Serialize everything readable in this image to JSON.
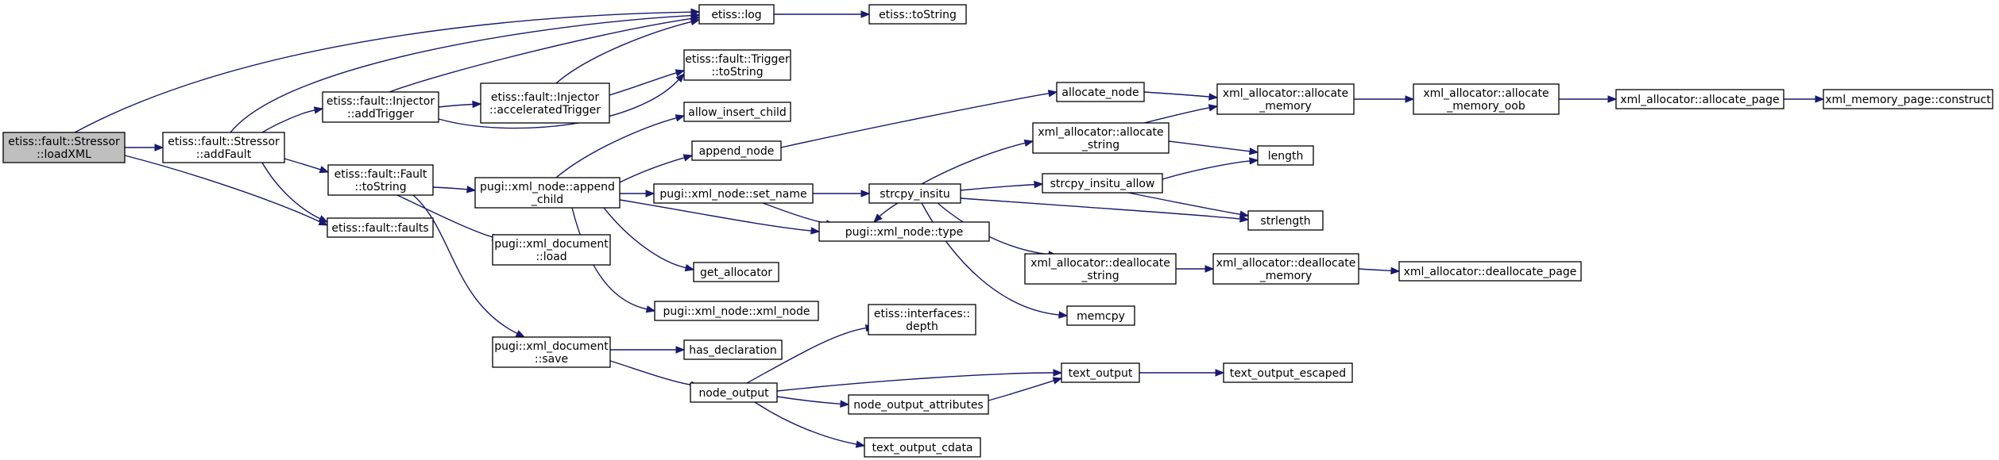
{
  "diagram": {
    "colors": {
      "edge": "#191970",
      "node_fill": "#ffffff",
      "root_fill": "#bfbfbf",
      "border": "#000000"
    },
    "nodes": [
      {
        "id": "n_loadxml",
        "lines": [
          "etiss::fault::Stressor",
          "::loadXML"
        ],
        "root": true
      },
      {
        "id": "n_addfault",
        "lines": [
          "etiss::fault::Stressor",
          "::addFault"
        ]
      },
      {
        "id": "n_log",
        "lines": [
          "etiss::log"
        ]
      },
      {
        "id": "n_tostring",
        "lines": [
          "etiss::toString"
        ]
      },
      {
        "id": "n_faults",
        "lines": [
          "etiss::fault::faults"
        ]
      },
      {
        "id": "n_addtrigger",
        "lines": [
          "etiss::fault::Injector",
          "::addTrigger"
        ]
      },
      {
        "id": "n_accel",
        "lines": [
          "etiss::fault::Injector",
          "::acceleratedTrigger"
        ]
      },
      {
        "id": "n_trig_tostring",
        "lines": [
          "etiss::fault::Trigger",
          "::toString"
        ]
      },
      {
        "id": "n_fault_tostring",
        "lines": [
          "etiss::fault::Fault",
          "::toString"
        ]
      },
      {
        "id": "n_append_child",
        "lines": [
          "pugi::xml_node::append",
          "_child"
        ]
      },
      {
        "id": "n_allow_insert",
        "lines": [
          "allow_insert_child"
        ]
      },
      {
        "id": "n_append_node",
        "lines": [
          "append_node"
        ]
      },
      {
        "id": "n_set_name",
        "lines": [
          "pugi::xml_node::set_name"
        ]
      },
      {
        "id": "n_type",
        "lines": [
          "pugi::xml_node::type"
        ]
      },
      {
        "id": "n_get_alloc",
        "lines": [
          "get_allocator"
        ]
      },
      {
        "id": "n_xml_node",
        "lines": [
          "pugi::xml_node::xml_node"
        ]
      },
      {
        "id": "n_doc_load",
        "lines": [
          "pugi::xml_document",
          "::load"
        ]
      },
      {
        "id": "n_doc_save",
        "lines": [
          "pugi::xml_document",
          "::save"
        ]
      },
      {
        "id": "n_has_decl",
        "lines": [
          "has_declaration"
        ]
      },
      {
        "id": "n_node_output",
        "lines": [
          "node_output"
        ]
      },
      {
        "id": "n_depth",
        "lines": [
          "etiss::interfaces::",
          "depth"
        ]
      },
      {
        "id": "n_text_output",
        "lines": [
          "text_output"
        ]
      },
      {
        "id": "n_text_escaped",
        "lines": [
          "text_output_escaped"
        ]
      },
      {
        "id": "n_node_attrs",
        "lines": [
          "node_output_attributes"
        ]
      },
      {
        "id": "n_text_cdata",
        "lines": [
          "text_output_cdata"
        ]
      },
      {
        "id": "n_allocate_node",
        "lines": [
          "allocate_node"
        ]
      },
      {
        "id": "n_alloc_memory",
        "lines": [
          "xml_allocator::allocate",
          "_memory"
        ]
      },
      {
        "id": "n_alloc_mem_oob",
        "lines": [
          "xml_allocator::allocate",
          "_memory_oob"
        ]
      },
      {
        "id": "n_alloc_page",
        "lines": [
          "xml_allocator::allocate_page"
        ]
      },
      {
        "id": "n_construct",
        "lines": [
          "xml_memory_page::construct"
        ]
      },
      {
        "id": "n_alloc_string",
        "lines": [
          "xml_allocator::allocate",
          "_string"
        ]
      },
      {
        "id": "n_strcpy_insitu",
        "lines": [
          "strcpy_insitu"
        ]
      },
      {
        "id": "n_strcpy_allow",
        "lines": [
          "strcpy_insitu_allow"
        ]
      },
      {
        "id": "n_length",
        "lines": [
          "length"
        ]
      },
      {
        "id": "n_strlength",
        "lines": [
          "strlength"
        ]
      },
      {
        "id": "n_dealloc_string",
        "lines": [
          "xml_allocator::deallocate",
          "_string"
        ]
      },
      {
        "id": "n_dealloc_memory",
        "lines": [
          "xml_allocator::deallocate",
          "_memory"
        ]
      },
      {
        "id": "n_dealloc_page",
        "lines": [
          "xml_allocator::deallocate_page"
        ]
      },
      {
        "id": "n_memcpy",
        "lines": [
          "memcpy"
        ]
      }
    ],
    "edges": [
      {
        "from": "n_loadxml",
        "to": "n_addfault"
      },
      {
        "from": "n_loadxml",
        "to": "n_log"
      },
      {
        "from": "n_loadxml",
        "to": "n_faults"
      },
      {
        "from": "n_addfault",
        "to": "n_log"
      },
      {
        "from": "n_addfault",
        "to": "n_faults"
      },
      {
        "from": "n_addfault",
        "to": "n_addtrigger"
      },
      {
        "from": "n_addfault",
        "to": "n_fault_tostring"
      },
      {
        "from": "n_log",
        "to": "n_tostring"
      },
      {
        "from": "n_addtrigger",
        "to": "n_log"
      },
      {
        "from": "n_addtrigger",
        "to": "n_accel"
      },
      {
        "from": "n_addtrigger",
        "to": "n_trig_tostring"
      },
      {
        "from": "n_accel",
        "to": "n_log"
      },
      {
        "from": "n_accel",
        "to": "n_trig_tostring"
      },
      {
        "from": "n_fault_tostring",
        "to": "n_append_child"
      },
      {
        "from": "n_fault_tostring",
        "to": "n_doc_load"
      },
      {
        "from": "n_fault_tostring",
        "to": "n_doc_save"
      },
      {
        "from": "n_append_child",
        "to": "n_allow_insert"
      },
      {
        "from": "n_append_child",
        "to": "n_append_node"
      },
      {
        "from": "n_append_child",
        "to": "n_set_name"
      },
      {
        "from": "n_append_child",
        "to": "n_type"
      },
      {
        "from": "n_append_child",
        "to": "n_get_alloc"
      },
      {
        "from": "n_append_child",
        "to": "n_xml_node"
      },
      {
        "from": "n_append_node",
        "to": "n_allocate_node"
      },
      {
        "from": "n_allocate_node",
        "to": "n_alloc_memory"
      },
      {
        "from": "n_alloc_memory",
        "to": "n_alloc_mem_oob"
      },
      {
        "from": "n_alloc_mem_oob",
        "to": "n_alloc_page"
      },
      {
        "from": "n_alloc_page",
        "to": "n_construct"
      },
      {
        "from": "n_set_name",
        "to": "n_strcpy_insitu"
      },
      {
        "from": "n_set_name",
        "to": "n_type"
      },
      {
        "from": "n_strcpy_insitu",
        "to": "n_alloc_string"
      },
      {
        "from": "n_strcpy_insitu",
        "to": "n_strcpy_allow"
      },
      {
        "from": "n_strcpy_insitu",
        "to": "n_strlength"
      },
      {
        "from": "n_strcpy_insitu",
        "to": "n_dealloc_string"
      },
      {
        "from": "n_strcpy_insitu",
        "to": "n_memcpy"
      },
      {
        "from": "n_strcpy_insitu",
        "to": "n_type"
      },
      {
        "from": "n_alloc_string",
        "to": "n_alloc_memory"
      },
      {
        "from": "n_alloc_string",
        "to": "n_length"
      },
      {
        "from": "n_strcpy_allow",
        "to": "n_length"
      },
      {
        "from": "n_strcpy_allow",
        "to": "n_strlength"
      },
      {
        "from": "n_dealloc_string",
        "to": "n_dealloc_memory"
      },
      {
        "from": "n_dealloc_memory",
        "to": "n_dealloc_page"
      },
      {
        "from": "n_doc_save",
        "to": "n_has_decl"
      },
      {
        "from": "n_doc_save",
        "to": "n_node_output"
      },
      {
        "from": "n_node_output",
        "to": "n_depth"
      },
      {
        "from": "n_node_output",
        "to": "n_text_output"
      },
      {
        "from": "n_node_output",
        "to": "n_node_attrs"
      },
      {
        "from": "n_node_output",
        "to": "n_text_cdata"
      },
      {
        "from": "n_node_attrs",
        "to": "n_text_output"
      },
      {
        "from": "n_text_output",
        "to": "n_text_escaped"
      }
    ]
  }
}
